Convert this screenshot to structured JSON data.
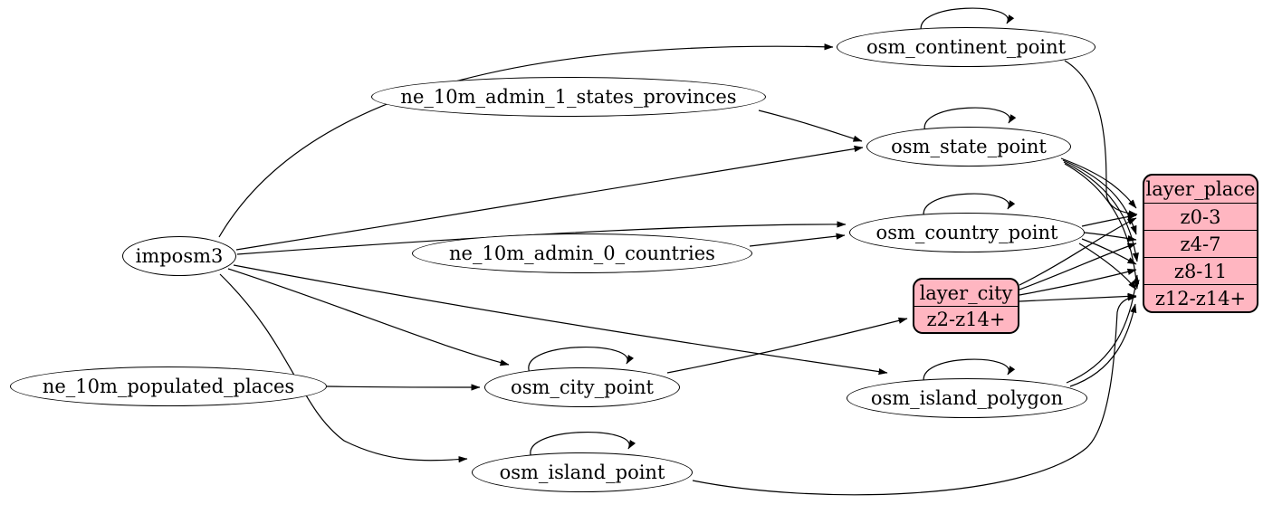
{
  "diagram": {
    "colors": {
      "background": "#ffffff",
      "node_fill": "#ffffff",
      "node_stroke": "#000000",
      "record_fill": "#ffb6c1",
      "edge": "#000000",
      "text": "#000000"
    },
    "nodes": {
      "imposm3": {
        "label": "imposm3"
      },
      "ne_10m_admin_1_states_provinces": {
        "label": "ne_10m_admin_1_states_provinces"
      },
      "ne_10m_admin_0_countries": {
        "label": "ne_10m_admin_0_countries"
      },
      "ne_10m_populated_places": {
        "label": "ne_10m_populated_places"
      },
      "osm_continent_point": {
        "label": "osm_continent_point"
      },
      "osm_state_point": {
        "label": "osm_state_point"
      },
      "osm_country_point": {
        "label": "osm_country_point"
      },
      "osm_city_point": {
        "label": "osm_city_point"
      },
      "osm_island_polygon": {
        "label": "osm_island_polygon"
      },
      "osm_island_point": {
        "label": "osm_island_point"
      }
    },
    "records": {
      "layer_city": {
        "title": "layer_city",
        "rows": {
          "r0": "z2-z14+"
        }
      },
      "layer_place": {
        "title": "layer_place",
        "rows": {
          "r0": "z0-3",
          "r1": "z4-7",
          "r2": "z8-11",
          "r3": "z12-z14+"
        }
      }
    },
    "edges": [
      {
        "from": "imposm3",
        "to": "osm_continent_point"
      },
      {
        "from": "imposm3",
        "to": "osm_state_point"
      },
      {
        "from": "imposm3",
        "to": "osm_country_point"
      },
      {
        "from": "imposm3",
        "to": "osm_city_point"
      },
      {
        "from": "imposm3",
        "to": "osm_island_polygon"
      },
      {
        "from": "imposm3",
        "to": "osm_island_point"
      },
      {
        "from": "ne_10m_admin_1_states_provinces",
        "to": "osm_state_point"
      },
      {
        "from": "ne_10m_admin_0_countries",
        "to": "osm_country_point"
      },
      {
        "from": "ne_10m_populated_places",
        "to": "osm_city_point"
      },
      {
        "from": "osm_continent_point",
        "to": "osm_continent_point"
      },
      {
        "from": "osm_state_point",
        "to": "osm_state_point"
      },
      {
        "from": "osm_country_point",
        "to": "osm_country_point"
      },
      {
        "from": "osm_city_point",
        "to": "osm_city_point"
      },
      {
        "from": "osm_island_polygon",
        "to": "osm_island_polygon"
      },
      {
        "from": "osm_island_point",
        "to": "osm_island_point"
      },
      {
        "from": "osm_city_point",
        "to": "layer_city:z2-z14+"
      },
      {
        "from": "osm_continent_point",
        "to": "layer_place:z0-3"
      },
      {
        "from": "osm_state_point",
        "to": "layer_place:z0-3"
      },
      {
        "from": "osm_state_point",
        "to": "layer_place:z4-7"
      },
      {
        "from": "osm_state_point",
        "to": "layer_place:z8-11"
      },
      {
        "from": "osm_state_point",
        "to": "layer_place:z12-z14+"
      },
      {
        "from": "osm_country_point",
        "to": "layer_place:z0-3"
      },
      {
        "from": "osm_country_point",
        "to": "layer_place:z4-7"
      },
      {
        "from": "osm_country_point",
        "to": "layer_place:z8-11"
      },
      {
        "from": "osm_country_point",
        "to": "layer_place:z12-z14+"
      },
      {
        "from": "layer_city:z2-z14+",
        "to": "layer_place:z0-3"
      },
      {
        "from": "layer_city:z2-z14+",
        "to": "layer_place:z4-7"
      },
      {
        "from": "layer_city:z2-z14+",
        "to": "layer_place:z8-11"
      },
      {
        "from": "layer_city:z2-z14+",
        "to": "layer_place:z12-z14+"
      },
      {
        "from": "osm_island_polygon",
        "to": "layer_place:z8-11"
      },
      {
        "from": "osm_island_polygon",
        "to": "layer_place:z12-z14+"
      },
      {
        "from": "osm_island_point",
        "to": "layer_place:z12-z14+"
      }
    ]
  }
}
